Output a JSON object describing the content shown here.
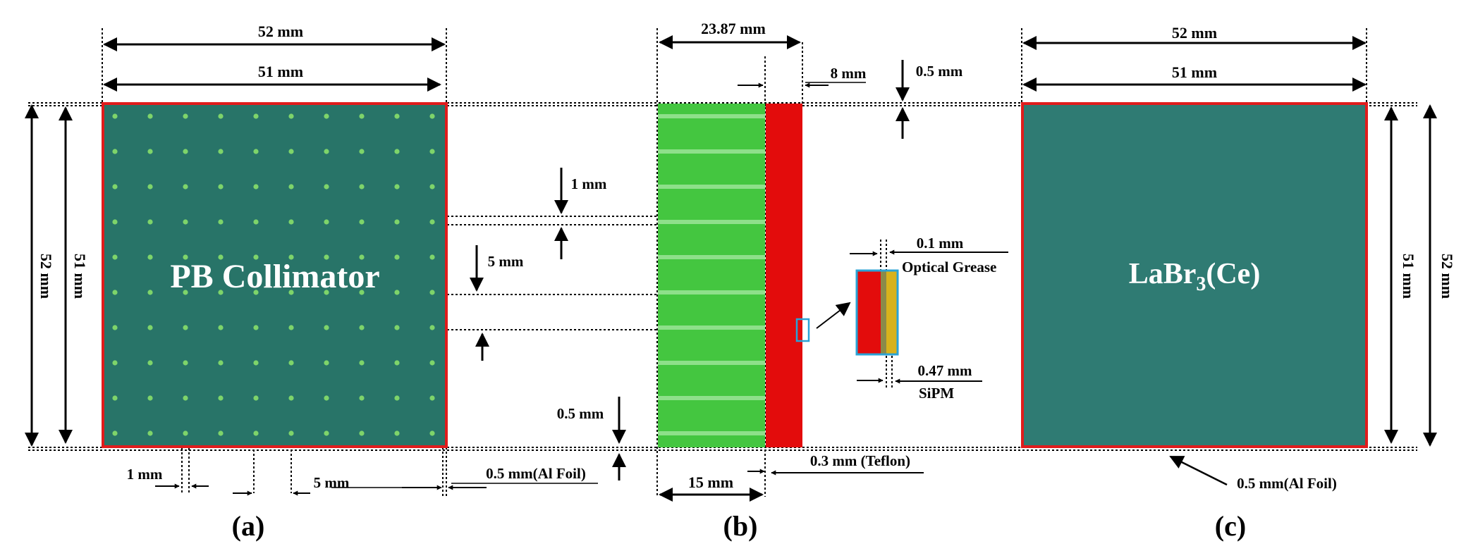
{
  "colors": {
    "collimator_fill": "#287468",
    "hole_dot": "#7ed46a",
    "outline_red": "#e01c1c",
    "crystal_fill": "#2f7b73",
    "green_block": "#44c640",
    "green_stripe": "#8ee08a",
    "teflon_red": "#e30c0c",
    "grease_yellow": "#d8b21c",
    "inset_border": "#2aa3d6"
  },
  "panel_a": {
    "title": "PB Collimator",
    "label": "(a)",
    "dim_top_outer": "52 mm",
    "dim_top_inner": "51 mm",
    "dim_left_outer": "52 mm",
    "dim_left_inner": "51 mm",
    "dim_hole": "1 mm",
    "dim_pitch": "5 mm",
    "dim_foil": "0.5 mm(Al Foil)",
    "hole_grid": {
      "rows": 10,
      "cols": 10
    }
  },
  "panel_b": {
    "label": "(b)",
    "dim_total_width": "23.87 mm",
    "dim_depth": "8 mm",
    "dim_top_gap": "0.5 mm",
    "dim_septa": "1 mm",
    "dim_pitch": "5 mm",
    "dim_bottom_gap": "0.5 mm",
    "dim_collimator_length": "15 mm",
    "dim_teflon": "0.3 mm (Teflon)",
    "dim_grease": "0.1 mm",
    "label_grease": "Optical Grease",
    "dim_sipm": "0.47 mm",
    "label_sipm": "SiPM",
    "stripe_count": 10
  },
  "panel_c": {
    "title_main": "LaBr",
    "title_sub": "3",
    "title_tail": "(Ce)",
    "label": "(c)",
    "dim_top_outer": "52 mm",
    "dim_top_inner": "51 mm",
    "dim_right_inner": "51 mm",
    "dim_right_outer": "52 mm",
    "dim_foil": "0.5 mm(Al Foil)"
  }
}
